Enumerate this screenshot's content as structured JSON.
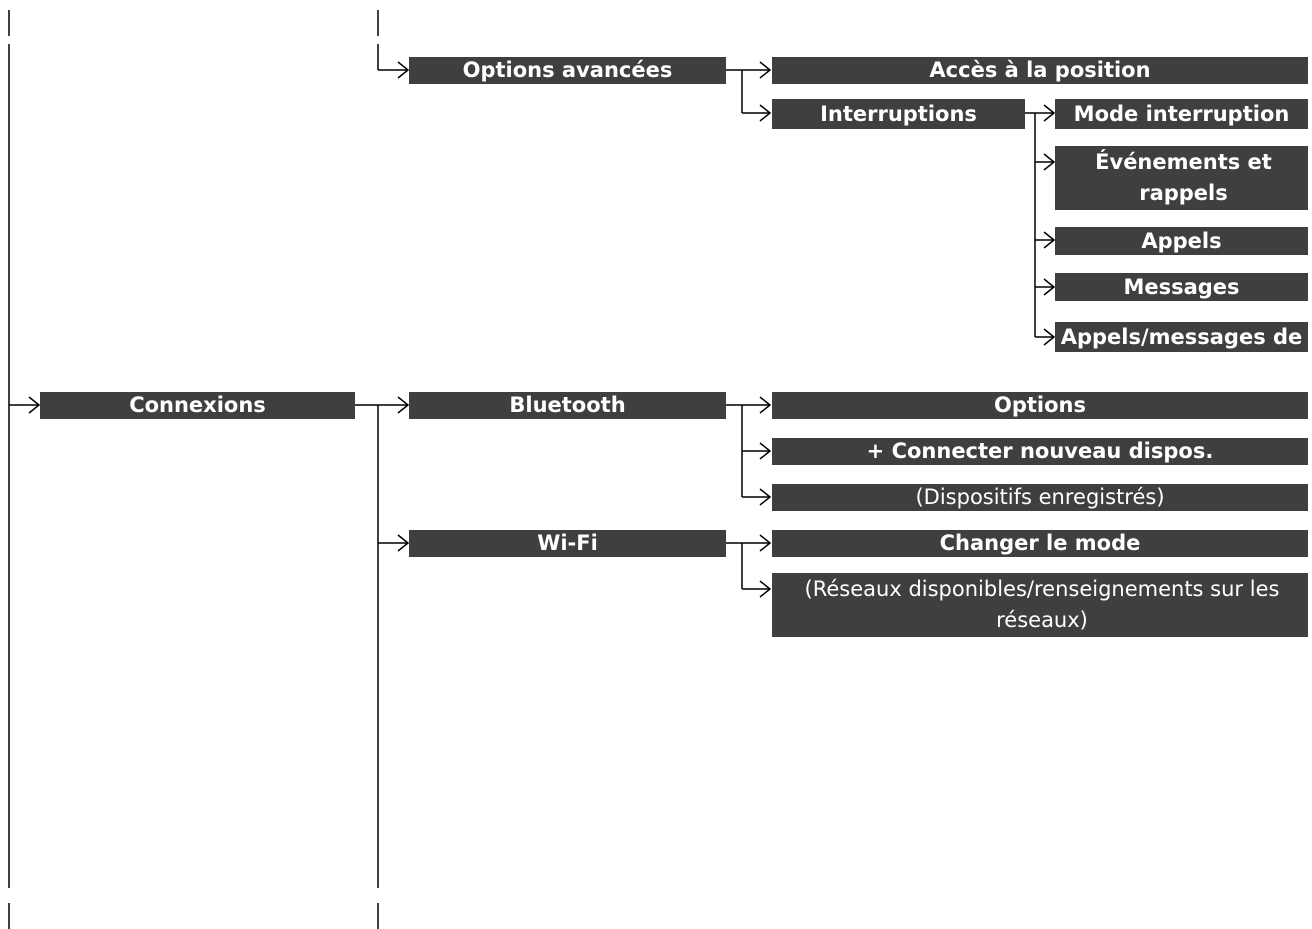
{
  "level1": {
    "connexions": "Connexions"
  },
  "level2": {
    "options_avancees": "Options avancées",
    "bluetooth": "Bluetooth",
    "wifi": "Wi-Fi"
  },
  "level3": {
    "acces_position": "Accès à la position",
    "interruptions": "Interruptions",
    "bt_options": "Options",
    "bt_connecter": "+ Connecter nouveau dispos.",
    "bt_dispositifs": "(Dispositifs enregistrés)",
    "wifi_changer_mode": "Changer le mode",
    "wifi_reseaux": "(Réseaux disponibles/renseignements sur les réseaux)"
  },
  "level4": {
    "mode_interruption": "Mode interruption",
    "evenements_rappels": "Événements et rappels",
    "appels": "Appels",
    "messages": "Messages",
    "appels_messages_de": "Appels/messages de"
  }
}
